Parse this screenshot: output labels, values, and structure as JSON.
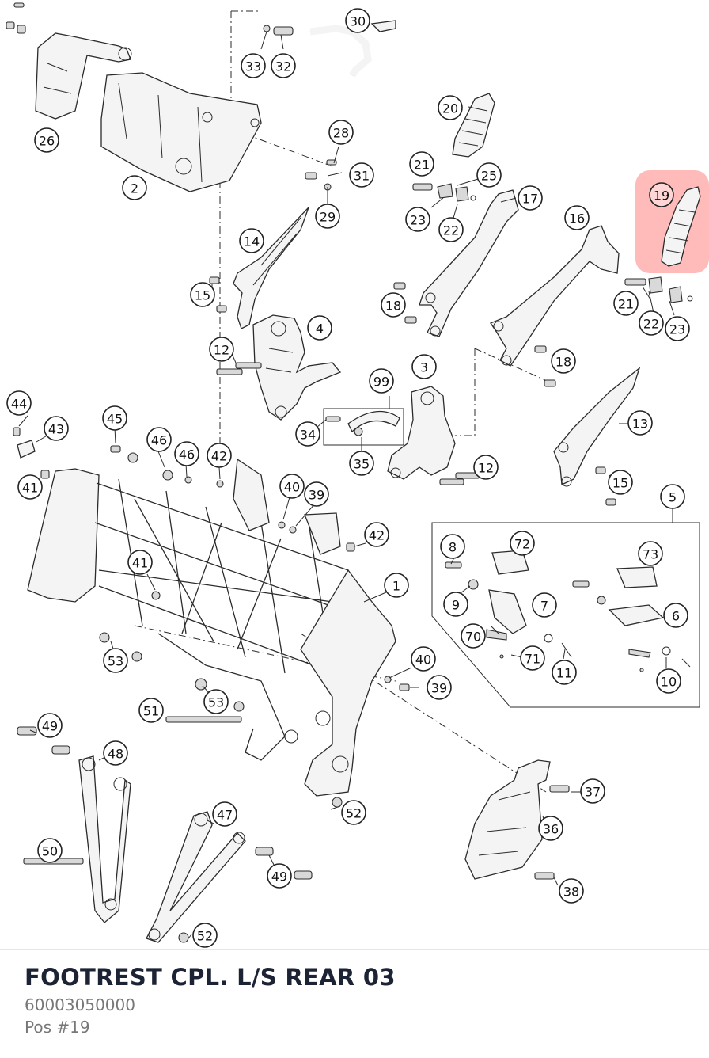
{
  "part": {
    "title": "FOOTREST CPL. L/S REAR 03",
    "number": "60003050000",
    "position": "Pos #19"
  },
  "callouts": [
    "30",
    "33",
    "32",
    "26",
    "2",
    "28",
    "31",
    "29",
    "20",
    "21",
    "25",
    "17",
    "19",
    "23",
    "22",
    "16",
    "14",
    "15",
    "18",
    "21",
    "22",
    "23",
    "4",
    "12",
    "18",
    "3",
    "99",
    "34",
    "35",
    "12",
    "13",
    "15",
    "44",
    "43",
    "45",
    "46",
    "46",
    "42",
    "41",
    "40",
    "39",
    "5",
    "8",
    "72",
    "73",
    "9",
    "7",
    "6",
    "70",
    "71",
    "11",
    "10",
    "42",
    "41",
    "1",
    "53",
    "40",
    "39",
    "53",
    "51",
    "49",
    "48",
    "37",
    "47",
    "36",
    "50",
    "49",
    "52",
    "38",
    "52"
  ],
  "highlight": {
    "callout_index": 12
  }
}
